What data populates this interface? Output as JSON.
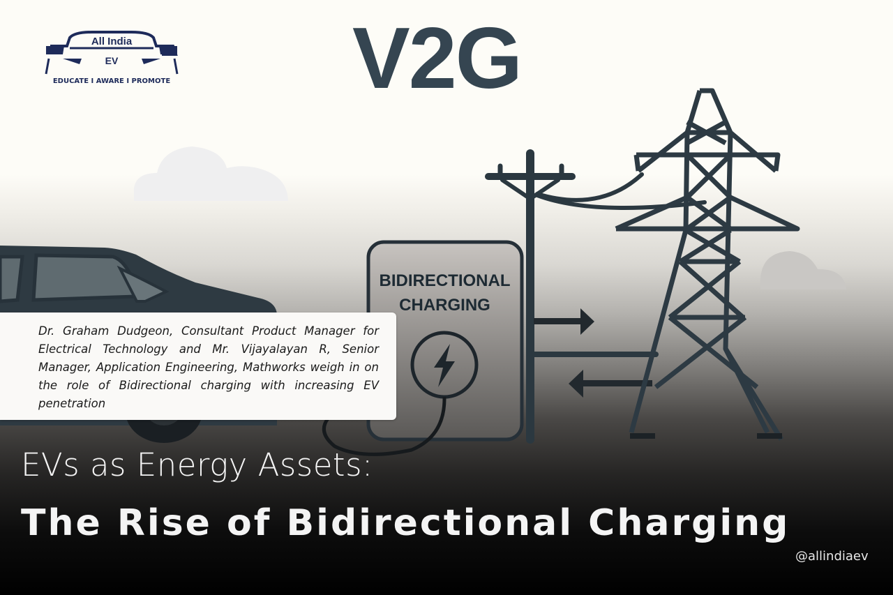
{
  "logo": {
    "name": "All India",
    "sub": "EV",
    "tagline": "EDUCATE I AWARE I PROMOTE",
    "color": "#1e2b5a"
  },
  "hero": {
    "title": "V2G",
    "title_color": "#354551",
    "charger_label_line1": "BIDIRECTIONAL",
    "charger_label_line2": "CHARGING",
    "illustration": [
      "car-icon",
      "charger-icon",
      "lightning-bolt-icon",
      "utility-pole-icon",
      "transmission-tower-icon",
      "arrow-right-icon",
      "arrow-left-icon",
      "cloud-icon"
    ]
  },
  "quote": {
    "text": "Dr. Graham Dudgeon, Consultant Product Manager for Electrical Technology and Mr. Vijayalayan R, Senior Manager, Application Engineering, Mathworks weigh in on the role of Bidirectional charging with increasing EV penetration"
  },
  "headline": {
    "line1": "EVs as Energy Assets:",
    "line2": "The Rise of Bidirectional Charging"
  },
  "footer": {
    "handle": "@allindiaev"
  }
}
